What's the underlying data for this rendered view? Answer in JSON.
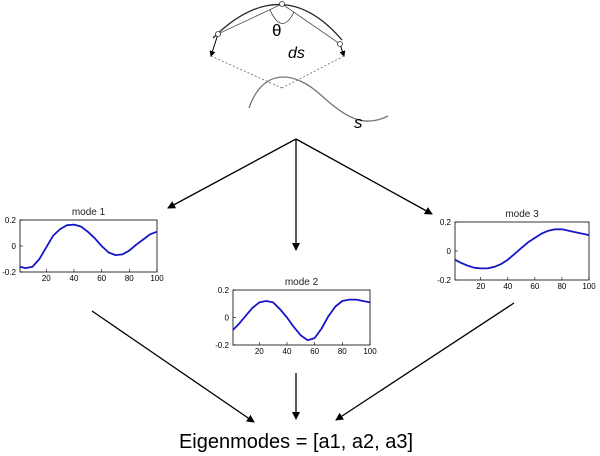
{
  "top": {
    "theta_label": "θ",
    "ds_label": "ds",
    "s_label": "s"
  },
  "result": {
    "text": "Eigenmodes = [a1, a2, a3]"
  },
  "colors": {
    "mode_line": "#1515c8",
    "arrow": "#000000",
    "curve": "#777777"
  },
  "chart_data": [
    {
      "type": "line",
      "title": "mode 1",
      "xlim": [
        1,
        100
      ],
      "ylim": [
        -0.2,
        0.2
      ],
      "xticks": [
        20,
        40,
        60,
        80,
        100
      ],
      "yticks": [
        0.2,
        0,
        -0.2
      ],
      "x": [
        1,
        5,
        10,
        15,
        20,
        25,
        30,
        35,
        40,
        45,
        50,
        55,
        60,
        65,
        70,
        75,
        80,
        85,
        90,
        95,
        100
      ],
      "y": [
        -0.16,
        -0.17,
        -0.16,
        -0.1,
        -0.01,
        0.08,
        0.13,
        0.16,
        0.165,
        0.15,
        0.11,
        0.06,
        0.0,
        -0.05,
        -0.07,
        -0.065,
        -0.035,
        0.01,
        0.05,
        0.09,
        0.11
      ]
    },
    {
      "type": "line",
      "title": "mode 2",
      "xlim": [
        1,
        100
      ],
      "ylim": [
        -0.2,
        0.2
      ],
      "xticks": [
        20,
        40,
        60,
        80,
        100
      ],
      "yticks": [
        0.2,
        0,
        -0.2
      ],
      "x": [
        1,
        5,
        10,
        15,
        20,
        25,
        30,
        35,
        40,
        45,
        50,
        55,
        60,
        65,
        70,
        75,
        80,
        85,
        90,
        95,
        100
      ],
      "y": [
        -0.09,
        -0.05,
        0.01,
        0.07,
        0.11,
        0.12,
        0.11,
        0.06,
        0.0,
        -0.07,
        -0.13,
        -0.165,
        -0.15,
        -0.08,
        0.01,
        0.08,
        0.12,
        0.13,
        0.13,
        0.12,
        0.11
      ]
    },
    {
      "type": "line",
      "title": "mode 3",
      "xlim": [
        1,
        100
      ],
      "ylim": [
        -0.2,
        0.2
      ],
      "xticks": [
        20,
        40,
        60,
        80,
        100
      ],
      "yticks": [
        0.2,
        0,
        -0.2
      ],
      "x": [
        1,
        5,
        10,
        15,
        20,
        25,
        30,
        35,
        40,
        45,
        50,
        55,
        60,
        65,
        70,
        75,
        80,
        85,
        90,
        95,
        100
      ],
      "y": [
        -0.06,
        -0.08,
        -0.1,
        -0.115,
        -0.12,
        -0.12,
        -0.11,
        -0.09,
        -0.06,
        -0.02,
        0.02,
        0.06,
        0.09,
        0.12,
        0.14,
        0.15,
        0.15,
        0.14,
        0.13,
        0.12,
        0.11
      ]
    }
  ]
}
